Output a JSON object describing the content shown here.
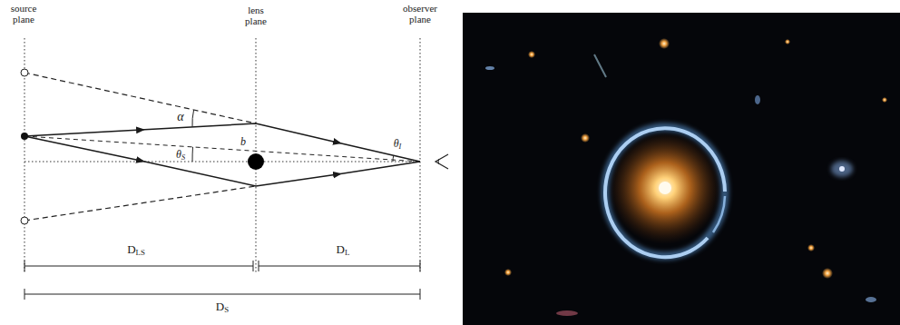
{
  "diagram": {
    "labels": [
      "source plane",
      "lens plane",
      "observer plane",
      "α",
      "b",
      "θS",
      "θI",
      "DLS",
      "DL",
      "DS"
    ]
  }
}
